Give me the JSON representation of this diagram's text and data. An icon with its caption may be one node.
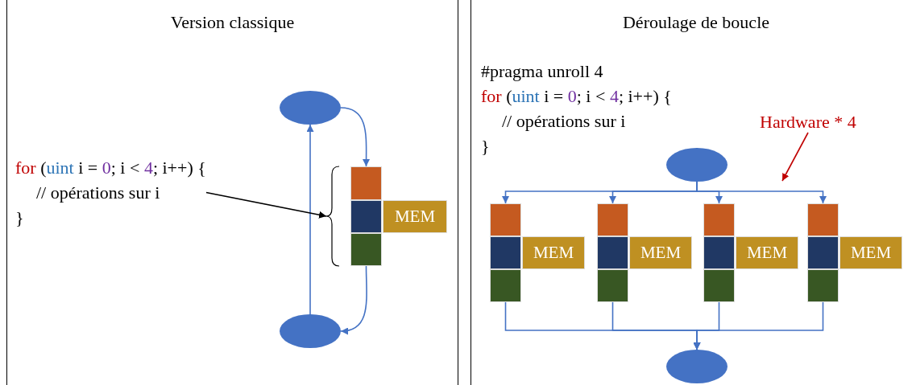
{
  "diagram": {
    "nodes": [
      {
        "text": [
          "Version classique"
        ]
      },
      {
        "text": [
          "Déroulage de boucle"
        ]
      },
      {
        "text": [
          "for (uint i = 0; i < 4; i++) {",
          "// opérations sur i",
          "}"
        ],
        "in": 0
      },
      {
        "text": [],
        "shape": "ellipse",
        "in": 0
      },
      {
        "text": [],
        "shape": "box",
        "in": 0
      },
      {
        "text": [],
        "shape": "box",
        "in": 0
      },
      {
        "text": [
          "MEM"
        ],
        "in": 0
      },
      {
        "text": [],
        "shape": "box",
        "in": 0
      },
      {
        "text": [],
        "shape": "ellipse",
        "in": 0
      },
      {
        "text": [
          "#pragma unroll 4",
          "for (uint i = 0; i < 4; i++) {",
          "// opérations sur i",
          "}"
        ],
        "in": 1
      },
      {
        "text": [
          "Hardware * 4"
        ],
        "in": 1
      },
      {
        "text": [],
        "shape": "ellipse",
        "in": 1
      },
      {
        "text": [],
        "shape": "box",
        "in": 1
      },
      {
        "text": [],
        "shape": "box",
        "in": 1
      },
      {
        "text": [
          "MEM"
        ],
        "in": 1
      },
      {
        "text": [],
        "shape": "box",
        "in": 1
      },
      {
        "text": [],
        "shape": "box",
        "in": 1
      },
      {
        "text": [],
        "shape": "box",
        "in": 1
      },
      {
        "text": [
          "MEM"
        ],
        "in": 1
      },
      {
        "text": [],
        "shape": "box",
        "in": 1
      },
      {
        "text": [],
        "shape": "box",
        "in": 1
      },
      {
        "text": [],
        "shape": "box",
        "in": 1
      },
      {
        "text": [
          "MEM"
        ],
        "in": 1
      },
      {
        "text": [],
        "shape": "box",
        "in": 1
      },
      {
        "text": [],
        "shape": "box",
        "in": 1
      },
      {
        "text": [],
        "shape": "box",
        "in": 1
      },
      {
        "text": [
          "MEM"
        ],
        "in": 1
      },
      {
        "text": [],
        "shape": "box",
        "in": 1
      },
      {
        "text": [],
        "shape": "ellipse",
        "in": 1
      }
    ],
    "edges": [
      {
        "from": 3,
        "to": 4,
        "arrow": "to"
      },
      {
        "from": 7,
        "to": 8,
        "arrow": "to"
      },
      {
        "from": 8,
        "to": 3,
        "arrow": "to"
      },
      {
        "from": 2,
        "to": null,
        "arrow": "to",
        "color": "#000000"
      },
      {
        "from": 10,
        "to": null,
        "arrow": "to",
        "color": "#c00000"
      },
      {
        "from": 11,
        "to": 12,
        "arrow": "to"
      },
      {
        "from": 11,
        "to": 16,
        "arrow": "to"
      },
      {
        "from": 11,
        "to": 20,
        "arrow": "to"
      },
      {
        "from": 11,
        "to": 24,
        "arrow": "to"
      },
      {
        "from": 15,
        "to": 28,
        "arrow": "to"
      },
      {
        "from": 19,
        "to": 28,
        "arrow": "to"
      },
      {
        "from": 23,
        "to": 28,
        "arrow": "to"
      },
      {
        "from": 27,
        "to": 28,
        "arrow": "to"
      }
    ]
  }
}
